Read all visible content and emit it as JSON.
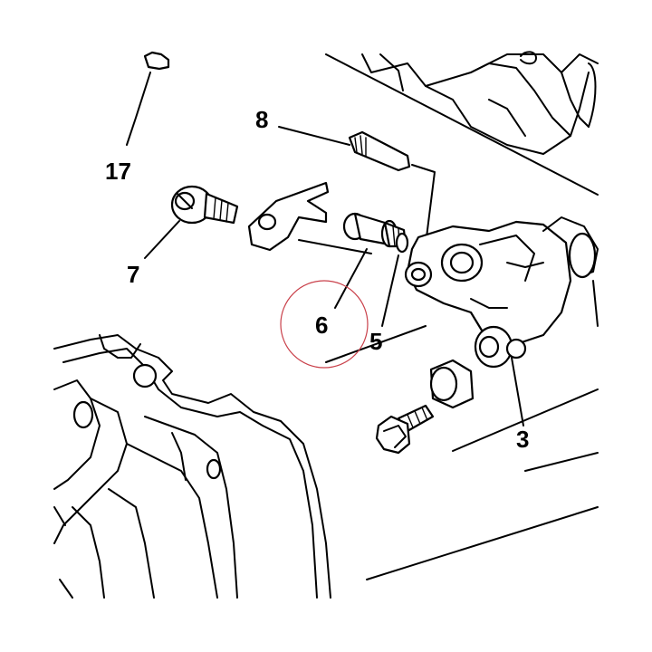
{
  "callouts": [
    {
      "id": "8",
      "label": "8"
    },
    {
      "id": "17",
      "label": "17"
    },
    {
      "id": "7",
      "label": "7"
    },
    {
      "id": "6",
      "label": "6"
    },
    {
      "id": "5",
      "label": "5"
    },
    {
      "id": "3",
      "label": "3"
    }
  ],
  "highlight": {
    "target": "6",
    "color": "#c9404a"
  },
  "colors": {
    "line": "#000000",
    "background": "#ffffff"
  }
}
